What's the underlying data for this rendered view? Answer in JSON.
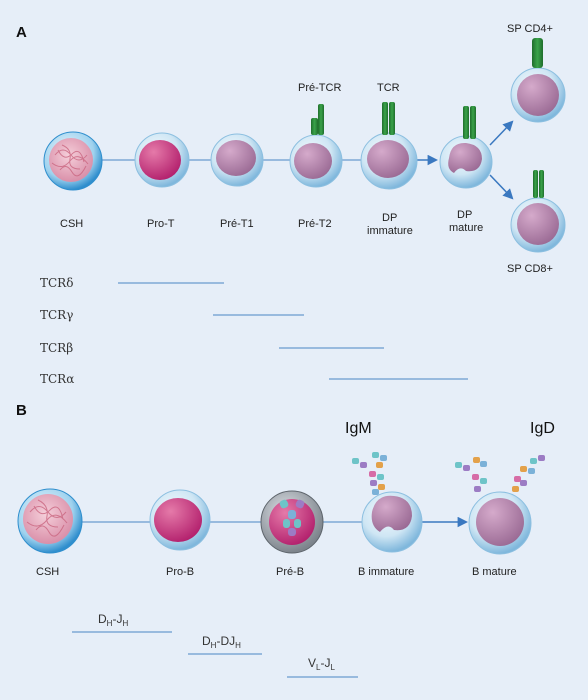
{
  "panel_a": {
    "letter": "A",
    "cells": {
      "csh": "CSH",
      "pro_t": "Pro-T",
      "pre_t1": "Pré-T1",
      "pre_t2": "Pré-T2",
      "dp_immature_1": "DP",
      "dp_immature_2": "immature",
      "dp_mature_1": "DP",
      "dp_mature_2": "mature",
      "sp_cd4": "SP CD4+",
      "sp_cd8": "SP CD8+"
    },
    "receptors": {
      "pre_tcr": "Pré-TCR",
      "tcr": "TCR"
    },
    "genes": [
      "TCRδ",
      "TCRγ",
      "TCRβ",
      "TCRα"
    ]
  },
  "panel_b": {
    "letter": "B",
    "cells": {
      "csh": "CSH",
      "pro_b": "Pro-B",
      "pre_b": "Pré-B",
      "b_immature": "B immature",
      "b_mature": "B mature"
    },
    "immunoglobulins": {
      "igm": "IgM",
      "igd": "IgD"
    },
    "rearrangements": {
      "dh_jh": {
        "a": "D",
        "a_sub": "H",
        "sep": "-J",
        "b_sub": "H"
      },
      "dh_djh": {
        "a": "D",
        "a_sub": "H",
        "sep": "-DJ",
        "b_sub": "H"
      },
      "vl_jl": {
        "a": "V",
        "a_sub": "L",
        "sep": "-J",
        "b_sub": "L"
      }
    }
  },
  "colors": {
    "background": "#e6eef8",
    "cell_outer": "#8cc4e4",
    "nucleus_mauve": "#b07aa6",
    "nucleus_magenta": "#c42e7c",
    "receptor_green": "#2e8b3c",
    "line_blue": "#4a86c4",
    "arrow_blue": "#3a78c0"
  }
}
